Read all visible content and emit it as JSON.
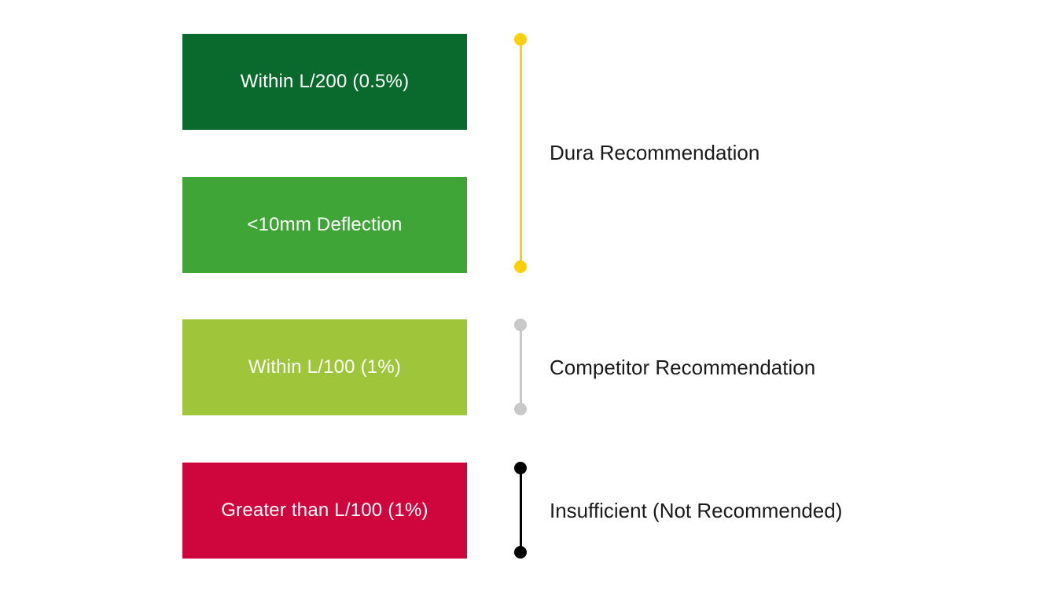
{
  "boxes": [
    {
      "text": "Within L/200 (0.5%)",
      "color": "#0a6a2e"
    },
    {
      "text": "<10mm Deflection",
      "color": "#40a537"
    },
    {
      "text": "Within L/100 (1%)",
      "color": "#9fc63b"
    },
    {
      "text": "Greater than L/100 (1%)",
      "color": "#cf053d"
    }
  ],
  "groups": [
    {
      "label": "Dura Recommendation",
      "color": "#fccf0b"
    },
    {
      "label": "Competitor Recommendation",
      "color": "#c8c8c8"
    },
    {
      "label": "Insufficient (Not Recommended)",
      "color": "#000000"
    }
  ]
}
